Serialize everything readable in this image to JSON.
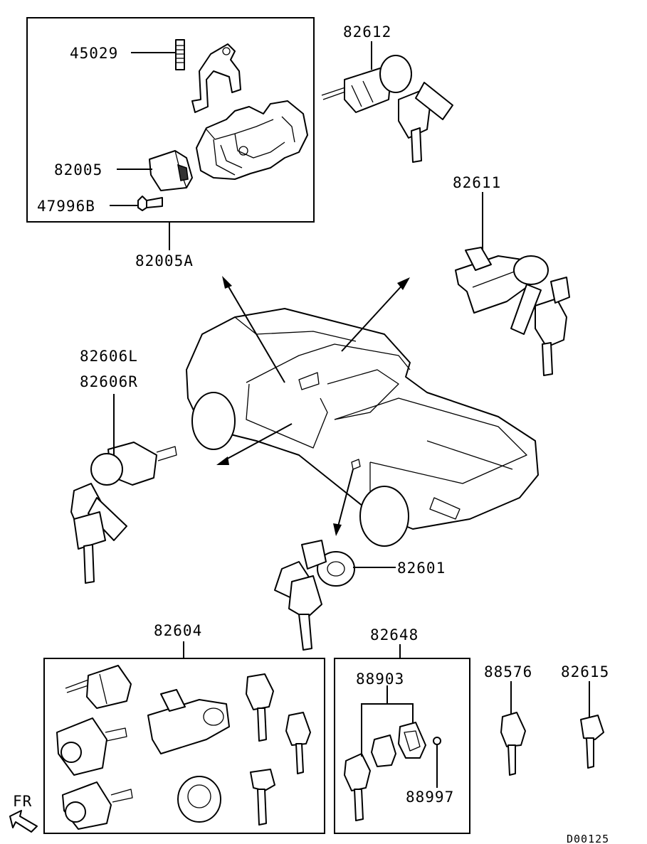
{
  "labels": {
    "p45029": "45029",
    "p82005": "82005",
    "p47996B": "47996B",
    "p82005A": "82005A",
    "p82612": "82612",
    "p82611": "82611",
    "p82606L": "82606L",
    "p82606R": "82606R",
    "p82601": "82601",
    "p82604": "82604",
    "p82648": "82648",
    "p88903": "88903",
    "p88997": "88997",
    "p88576": "88576",
    "p82615": "82615",
    "fr": "FR",
    "code": "D00125"
  }
}
